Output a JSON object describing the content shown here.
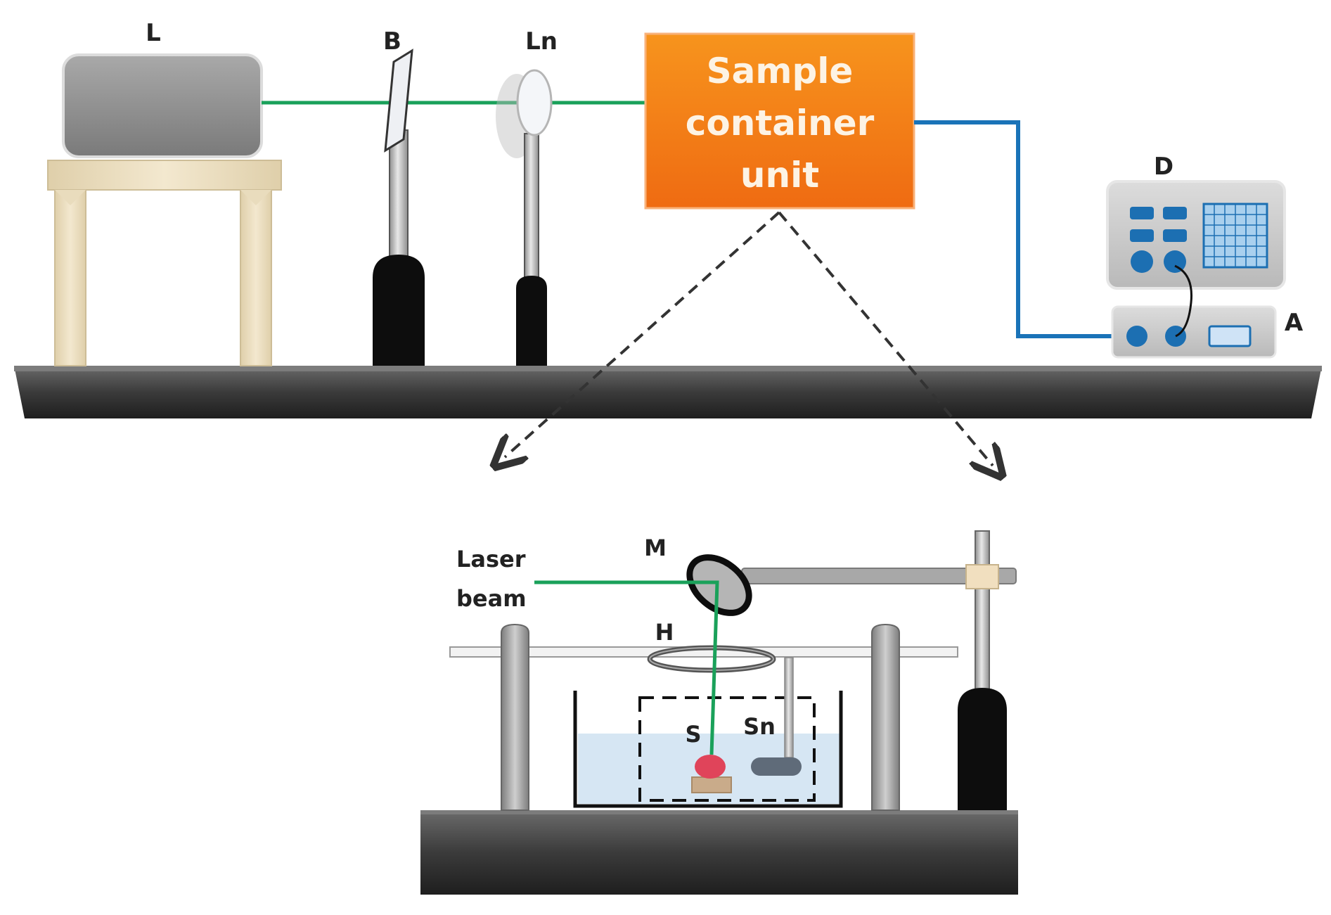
{
  "labels": {
    "laser": "L",
    "beam_splitter": "B",
    "lens": "Ln",
    "detector": "D",
    "amplifier": "A",
    "mirror": "M",
    "holder": "H",
    "sample": "S",
    "sensor": "Sn",
    "laser_beam_line1": "Laser",
    "laser_beam_line2": "beam"
  },
  "sample_container": {
    "line1": "Sample",
    "line2": "container",
    "line3": "unit"
  },
  "colors": {
    "beam": "#1aa15a",
    "cable": "#1a73b8",
    "container_box": "#f5821f",
    "rail": "#3a3a3a",
    "water": "#d6e6f3",
    "sample": "#e0445a"
  }
}
